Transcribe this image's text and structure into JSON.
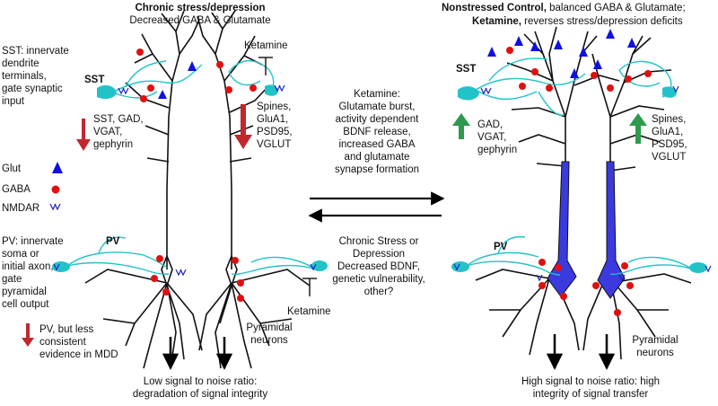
{
  "left": {
    "title_bold": "Chronic stress/depression",
    "title_sub": "Decreased GABA & Glutamate",
    "ketamine_top": "Ketamine",
    "ketamine_bottom": "Ketamine",
    "sst_label": "SST",
    "pv_label": "PV",
    "sst_markers": [
      "SST, GAD,",
      "VGAT,",
      "gephyrin"
    ],
    "spine_markers": [
      "Spines,",
      "GluA1,",
      "PSD95,",
      "VGLUT"
    ],
    "pv_note": [
      "PV, but less",
      "consistent",
      "evidence in MDD"
    ],
    "pyramidal": [
      "Pyramidal",
      "neurons"
    ],
    "bottom": [
      "Low signal to noise ratio:",
      "degradation of signal integrity"
    ]
  },
  "right": {
    "title_bold1": "Nonstressed Control,",
    "title_rest1": " balanced GABA & Glutamate;",
    "title_bold2": "Ketamine,",
    "title_rest2": " reverses stress/depression deficits",
    "sst_label": "SST",
    "pv_label": "PV",
    "sst_markers": [
      "GAD,",
      "VGAT,",
      "gephyrin"
    ],
    "spine_markers": [
      "Spines,",
      "GluA1,",
      "PSD95,",
      "VGLUT"
    ],
    "pyramidal": [
      "Pyramidal",
      "neurons"
    ],
    "bottom": [
      "High signal to noise ratio: high",
      "integrity of signal transfer"
    ]
  },
  "sidebar": {
    "sst_desc": [
      "SST: innervate",
      "dendrite",
      "terminals,",
      "gate synaptic",
      "input"
    ],
    "legend": [
      {
        "label": "Glut",
        "symbol": "triangle",
        "color": "#1010e0"
      },
      {
        "label": "GABA",
        "symbol": "circle",
        "color": "#e01010"
      },
      {
        "label": "NMDAR",
        "symbol": "receptor",
        "color": "#2020c0"
      }
    ],
    "pv_desc": [
      "PV: innervate",
      "soma or",
      "initial axon,",
      "gate",
      "pyramidal",
      "cell output"
    ]
  },
  "center": {
    "forward": [
      "Ketamine:",
      "Glutamate burst,",
      "activity dependent",
      "BDNF release,",
      "increased GABA",
      "and glutamate",
      "synapse formation"
    ],
    "backward": [
      "Chronic Stress or",
      "Depression",
      "Decreased BDNF,",
      "genetic vulnerability,",
      "other?"
    ]
  },
  "colors": {
    "interneuron": "#22c3c8",
    "pyramidal_fill": "#3a3adf",
    "down_arrow": "#c0282d",
    "up_arrow": "#2e9a4e",
    "glut": "#1010e0",
    "gaba": "#e01010"
  }
}
